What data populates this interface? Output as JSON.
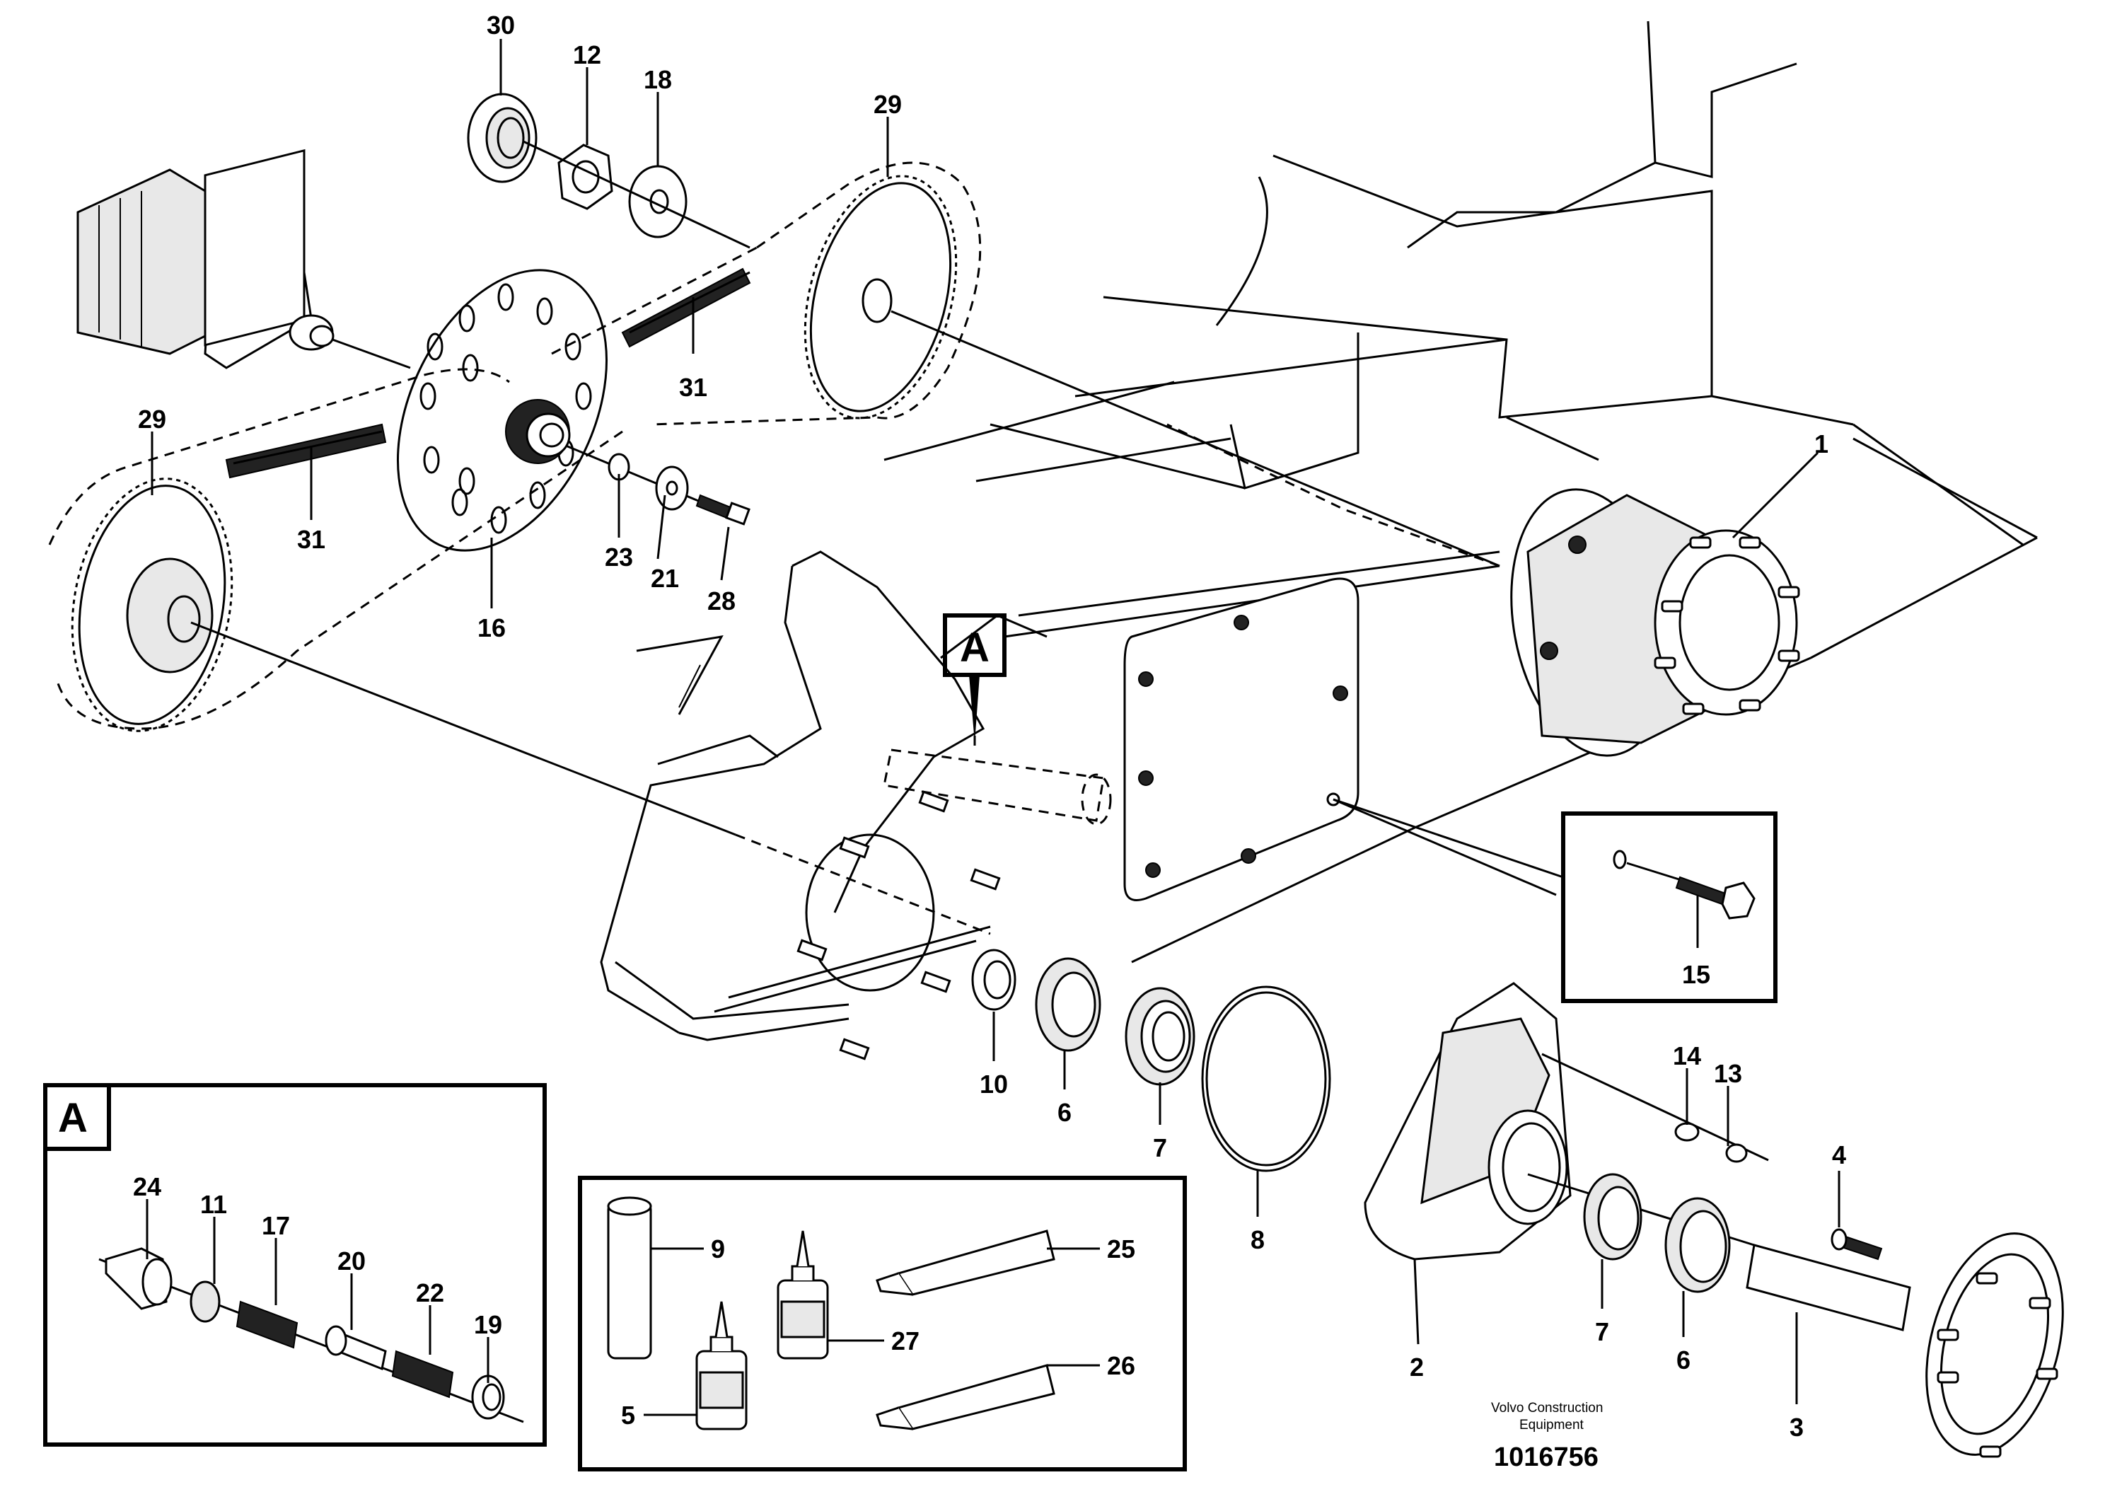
{
  "diagram": {
    "insets": {
      "detail_a_letter": "A",
      "callout_a_letter": "A"
    },
    "footer": {
      "brand_line1": "Volvo Construction",
      "brand_line2": "Equipment",
      "figure_number": "1016756"
    },
    "part_labels": {
      "p30": "30",
      "p12": "12",
      "p18": "18",
      "p29_top": "29",
      "p29_left": "29",
      "p31_top": "31",
      "p31_left": "31",
      "p16": "16",
      "p23": "23",
      "p21": "21",
      "p28": "28",
      "p1": "1",
      "p10": "10",
      "p6_left": "6",
      "p7_left": "7",
      "p8": "8",
      "p2": "2",
      "p7_right": "7",
      "p6_right": "6",
      "p3": "3",
      "p4": "4",
      "p14": "14",
      "p13": "13",
      "p15": "15",
      "p24": "24",
      "p11": "11",
      "p17": "17",
      "p20": "20",
      "p22": "22",
      "p19": "19",
      "p9": "9",
      "p5": "5",
      "p27": "27",
      "p25": "25",
      "p26": "26"
    }
  }
}
